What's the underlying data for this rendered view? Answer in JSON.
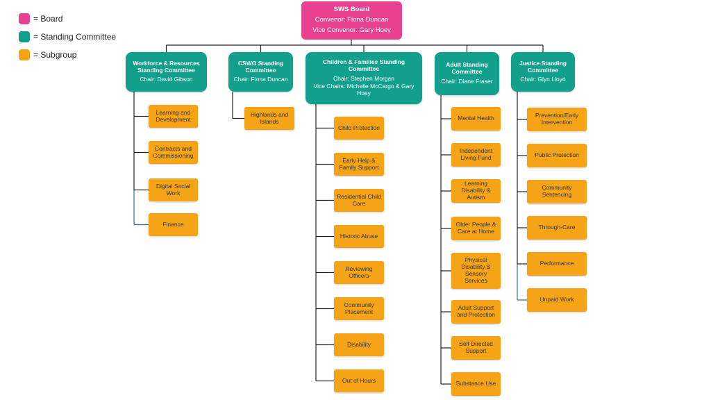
{
  "legend": {
    "board": {
      "label": "= Board",
      "color": "#e7418f"
    },
    "committee": {
      "label": "= Standing Committee",
      "color": "#12a08c"
    },
    "subgroup": {
      "label": "= Subgroup",
      "color": "#f5a417"
    }
  },
  "board": {
    "title": "SWS Board",
    "convenor": "Convenor: Fiona Duncan",
    "vice_convenor": "Vice Convenor: Gary Hoey"
  },
  "committees": [
    {
      "title": "Workforce & Resources Standing Committee",
      "chair": "Chair: David Gibson",
      "subgroups": [
        "Learning and Development",
        "Contracts and Commissioning",
        "Digital Social Work",
        "Finance"
      ]
    },
    {
      "title": "CSWO Standing Committee",
      "chair": "Chair: Fiona Duncan",
      "subgroups": [
        "Highlands and Islands"
      ]
    },
    {
      "title": "Children & Families Standing Committee",
      "chair": "Chair: Stephen Morgan",
      "vice": "Vice Chairs: Michelle McCargo & Gary Hoey",
      "subgroups": [
        "Child Protection",
        "Early Help & Family Support",
        "Residential Child Care",
        "Historic Abuse",
        "Reviewing Officers",
        "Community Placement",
        "Disability",
        "Out of Hours"
      ]
    },
    {
      "title": "Adult Standing Committee",
      "chair": "Chair: Diane Fraser",
      "subgroups": [
        "Mental Health",
        "Independent Living Fund",
        "Learning Disability & Autism",
        "Older People & Care at Home",
        "Physical Disability & Sensory Services",
        "Adult Support and Protection",
        "Self Directed Support",
        "Substance Use"
      ]
    },
    {
      "title": "Justice Standing Committee",
      "chair": "Chair: Glyn Lloyd",
      "subgroups": [
        "Prevention/Early Intervention",
        "Public Protection",
        "Community Sentencing",
        "Through-Care",
        "Performance",
        "Unpaid Work"
      ]
    }
  ]
}
